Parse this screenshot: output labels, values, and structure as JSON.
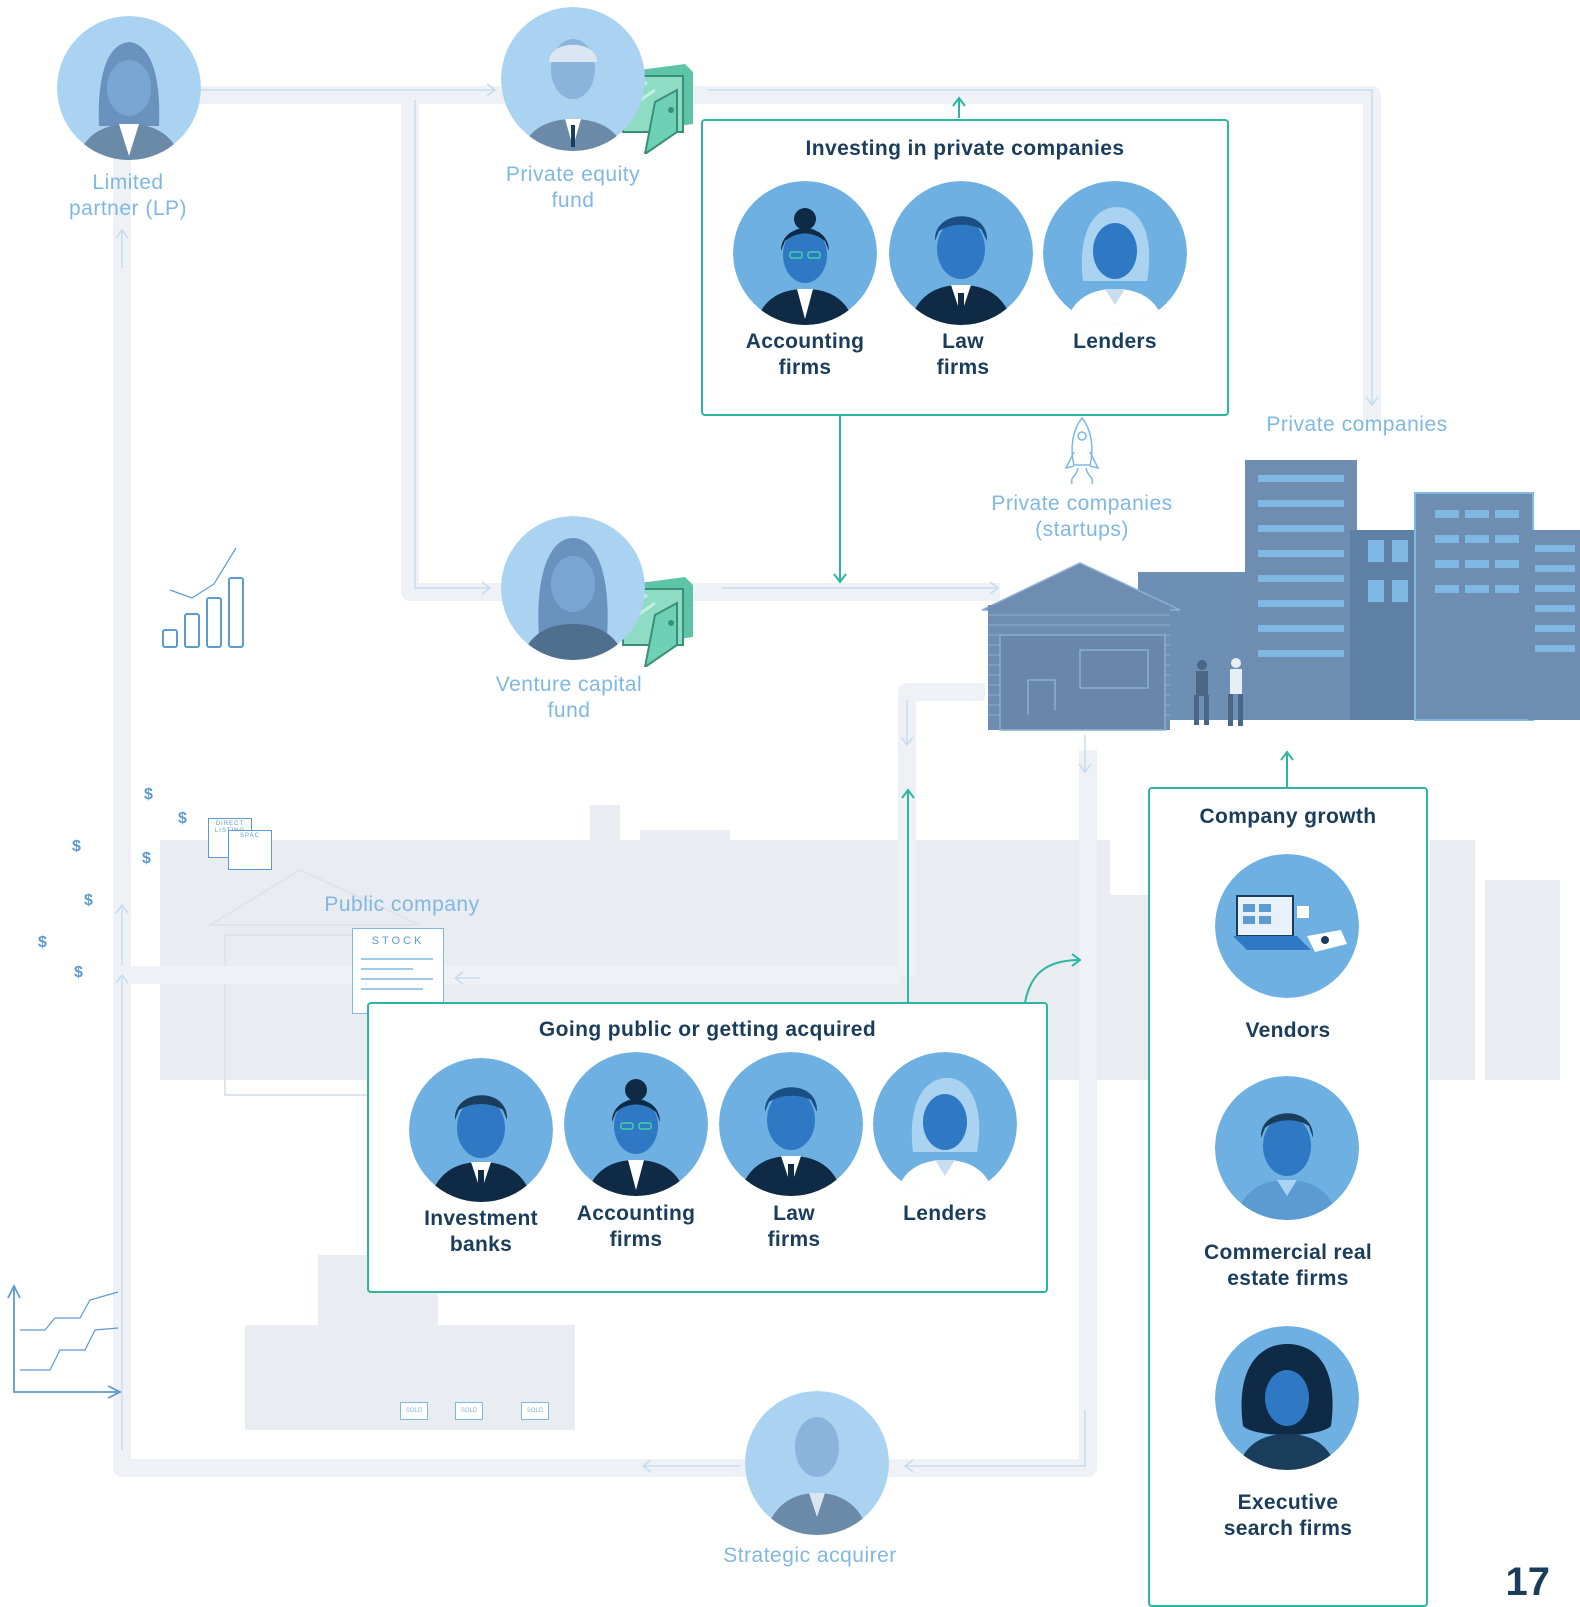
{
  "actors": {
    "limited_partner": "Limited\npartner (LP)",
    "private_equity_fund": "Private equity\nfund",
    "venture_capital_fund": "Venture capital\nfund",
    "private_companies": "Private companies",
    "private_companies_startups": "Private companies\n(startups)",
    "public_company": "Public company",
    "strategic_acquirer": "Strategic acquirer"
  },
  "box_investing": {
    "title": "Investing in private companies",
    "members": [
      "Accounting\nfirms",
      "Law\nfirms",
      "Lenders"
    ]
  },
  "box_going_public": {
    "title": "Going public or getting acquired",
    "members": [
      "Investment\nbanks",
      "Accounting\nfirms",
      "Law\nfirms",
      "Lenders"
    ]
  },
  "box_growth": {
    "title": "Company growth",
    "members": [
      "Vendors",
      "Commercial real\nestate firms",
      "Executive\nsearch firms"
    ]
  },
  "doc_labels": {
    "stock": "STOCK",
    "direct_listing": "DIRECT LISTING",
    "spac": "SPAC",
    "sold": "SOLD"
  },
  "dollar_sign": "$",
  "page_number": "17",
  "colors": {
    "accent_teal": "#2cb5a0",
    "dark_navy": "#1a3d5c",
    "light_blue_label": "#7fb8e3",
    "flow_track": "#eef1f5"
  }
}
